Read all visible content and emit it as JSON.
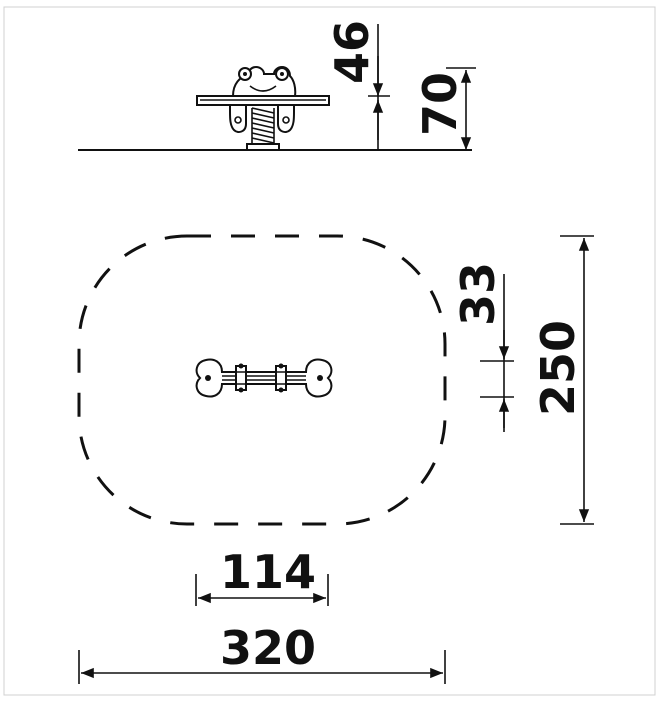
{
  "dimensions": {
    "top_seat_height": "46",
    "top_total_height": "70",
    "footprint_gap": "33",
    "footprint_depth": "250",
    "equipment_width": "114",
    "footprint_width": "320"
  },
  "colors": {
    "ink": "#111111",
    "background": "#ffffff",
    "frame": "#d0d0d0"
  }
}
